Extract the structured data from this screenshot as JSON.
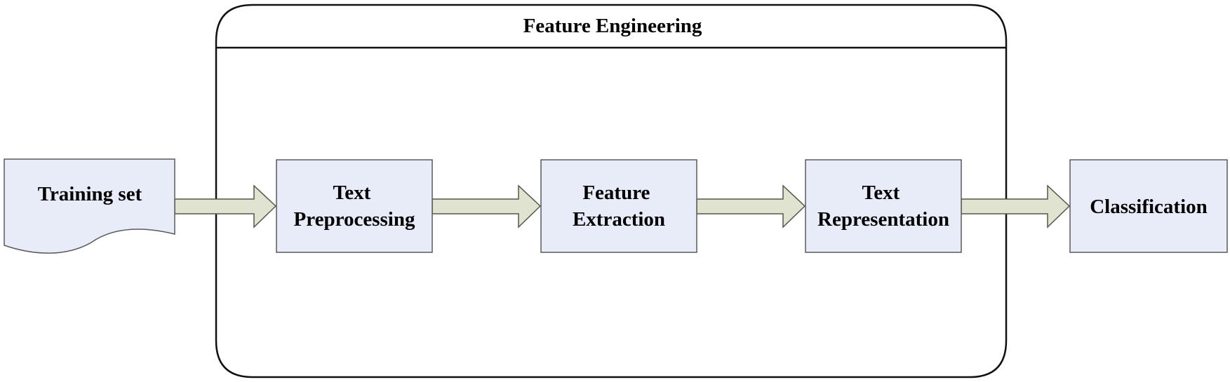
{
  "diagram": {
    "group": {
      "title": "Feature Engineering"
    },
    "nodes": {
      "training_set": {
        "lines": [
          "Training set"
        ]
      },
      "text_preprocessing": {
        "lines": [
          "Text",
          "Preprocessing"
        ]
      },
      "feature_extraction": {
        "lines": [
          "Feature",
          "Extraction"
        ]
      },
      "text_representation": {
        "lines": [
          "Text",
          "Representation"
        ]
      },
      "classification": {
        "lines": [
          "Classification"
        ]
      }
    },
    "colors": {
      "box_fill": "#e8ecf8",
      "box_stroke": "#5a5a5a",
      "arrow_fill": "#dfe3cf",
      "arrow_stroke": "#55574b",
      "group_stroke": "#111111"
    }
  }
}
